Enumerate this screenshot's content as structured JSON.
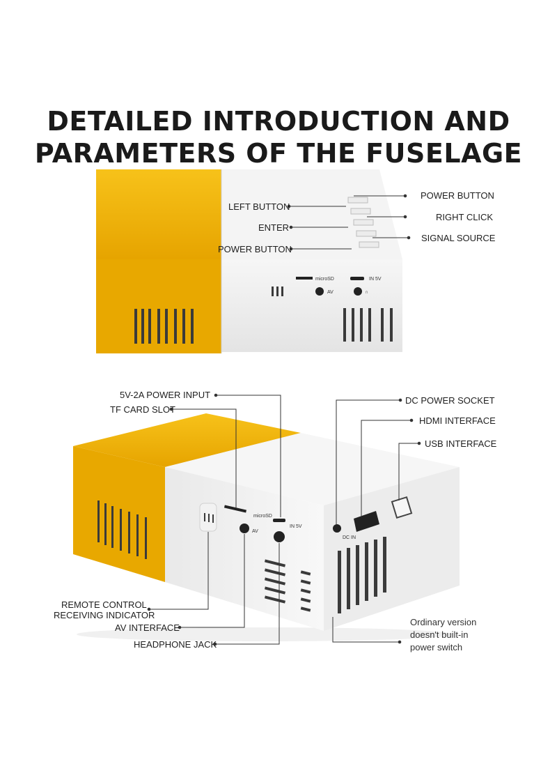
{
  "title": {
    "line1": "DETAILED INTRODUCTION AND",
    "line2": "PARAMETERS OF THE FUSELAGE"
  },
  "top_view": {
    "labels_left": [
      "LEFT BUTTON",
      "ENTER",
      "POWER BUTTON"
    ],
    "labels_right": [
      "POWER BUTTON",
      "RIGHT CLICK",
      "SIGNAL SOURCE"
    ],
    "port_text": {
      "microsd": "microSD",
      "av": "AV",
      "in5v": "IN 5V",
      "headphone": "∩"
    }
  },
  "bottom_view": {
    "labels_left": [
      "5V-2A POWER INPUT",
      "TF CARD SLOT",
      "REMOTE CONTROL",
      "RECEIVING INDICATOR",
      "AV INTERFACE",
      "HEADPHONE JACK"
    ],
    "labels_right": [
      "DC POWER SOCKET",
      "HDMI INTERFACE",
      "USB INTERFACE"
    ],
    "note": [
      "Ordinary version",
      "doesn't built-in",
      "power switch"
    ],
    "port_text": {
      "microsd": "microSD",
      "in5v": "IN 5V",
      "av": "AV",
      "dcin": "DC IN"
    }
  },
  "colors": {
    "yellow": "#f3b400",
    "yellow_dark": "#d99a00",
    "body_white": "#efefef",
    "shadow": "#d9d9d9",
    "line": "#333333"
  }
}
